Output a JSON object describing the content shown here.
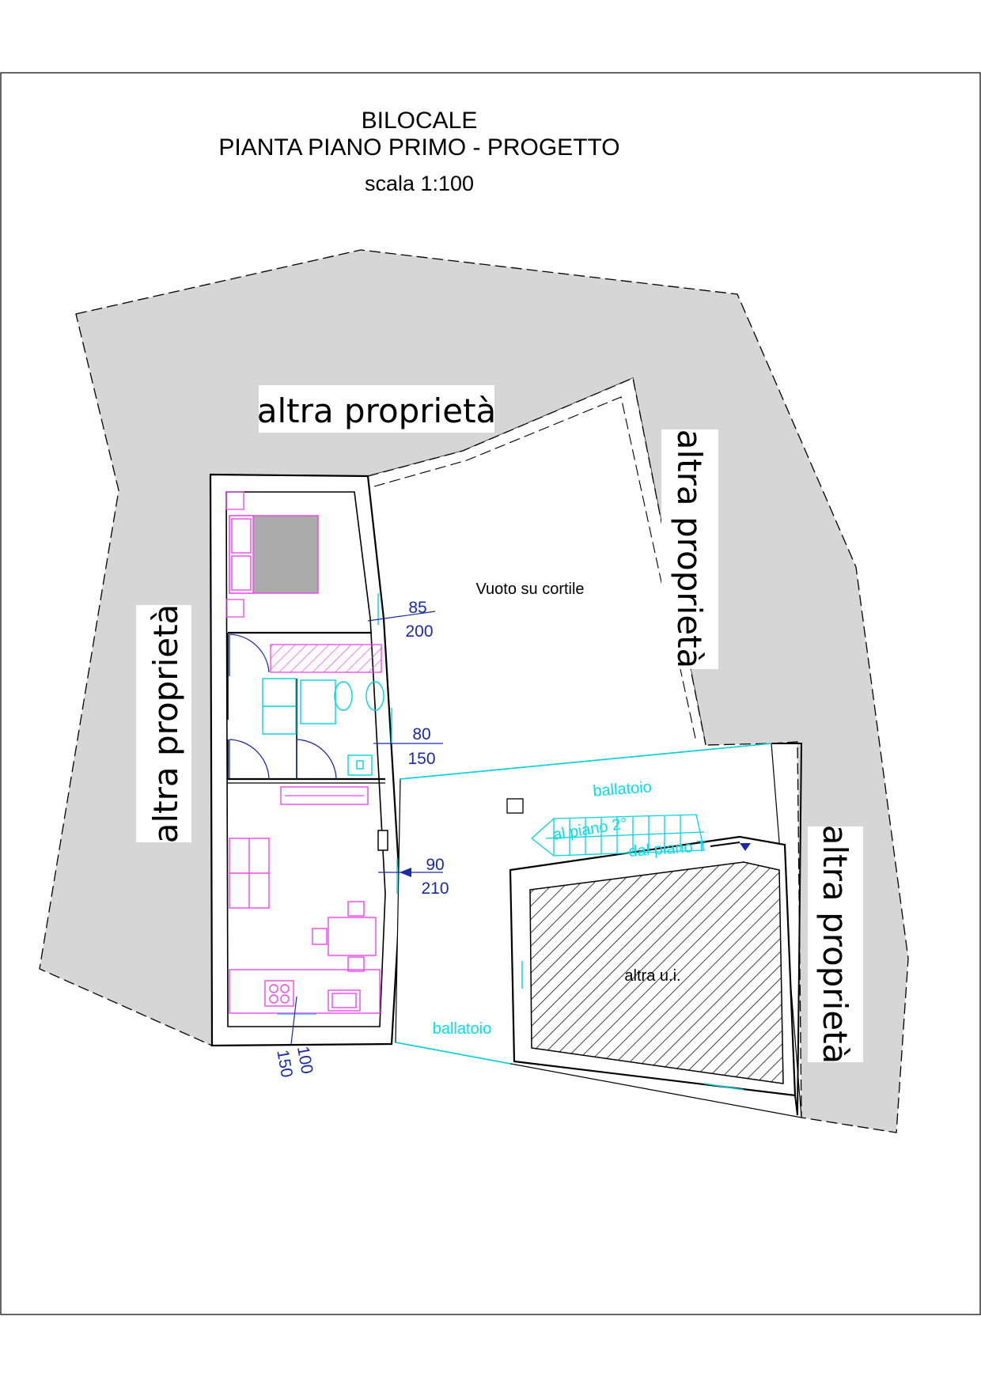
{
  "title": {
    "line1": "BILOCALE",
    "line2": "PIANTA PIANO PRIMO - PROGETTO",
    "scale": "scala 1:100"
  },
  "labels": {
    "altra_top": "altra proprietà",
    "altra_left": "altra proprietà",
    "altra_right_upper": "altra proprietà",
    "altra_right_lower": "altra proprietà",
    "vuoto": "Vuoto su cortile",
    "ballatoio_upper": "ballatoio",
    "ballatoio_lower": "ballatoio",
    "al_piano": "al piano 2°",
    "dal_piano": "dal piano T",
    "altra_ui": "altra u.i."
  },
  "windows": [
    {
      "top": "85",
      "bottom": "200"
    },
    {
      "top": "80",
      "bottom": "150"
    },
    {
      "top": "90",
      "bottom": "210"
    },
    {
      "top": "100",
      "bottom": "150"
    }
  ],
  "colors": {
    "neighbour_fill": "#d6d6d6",
    "furniture": "#ee44ee",
    "bathroom": "#00d4e0",
    "dimension": "#1a2aa8"
  }
}
